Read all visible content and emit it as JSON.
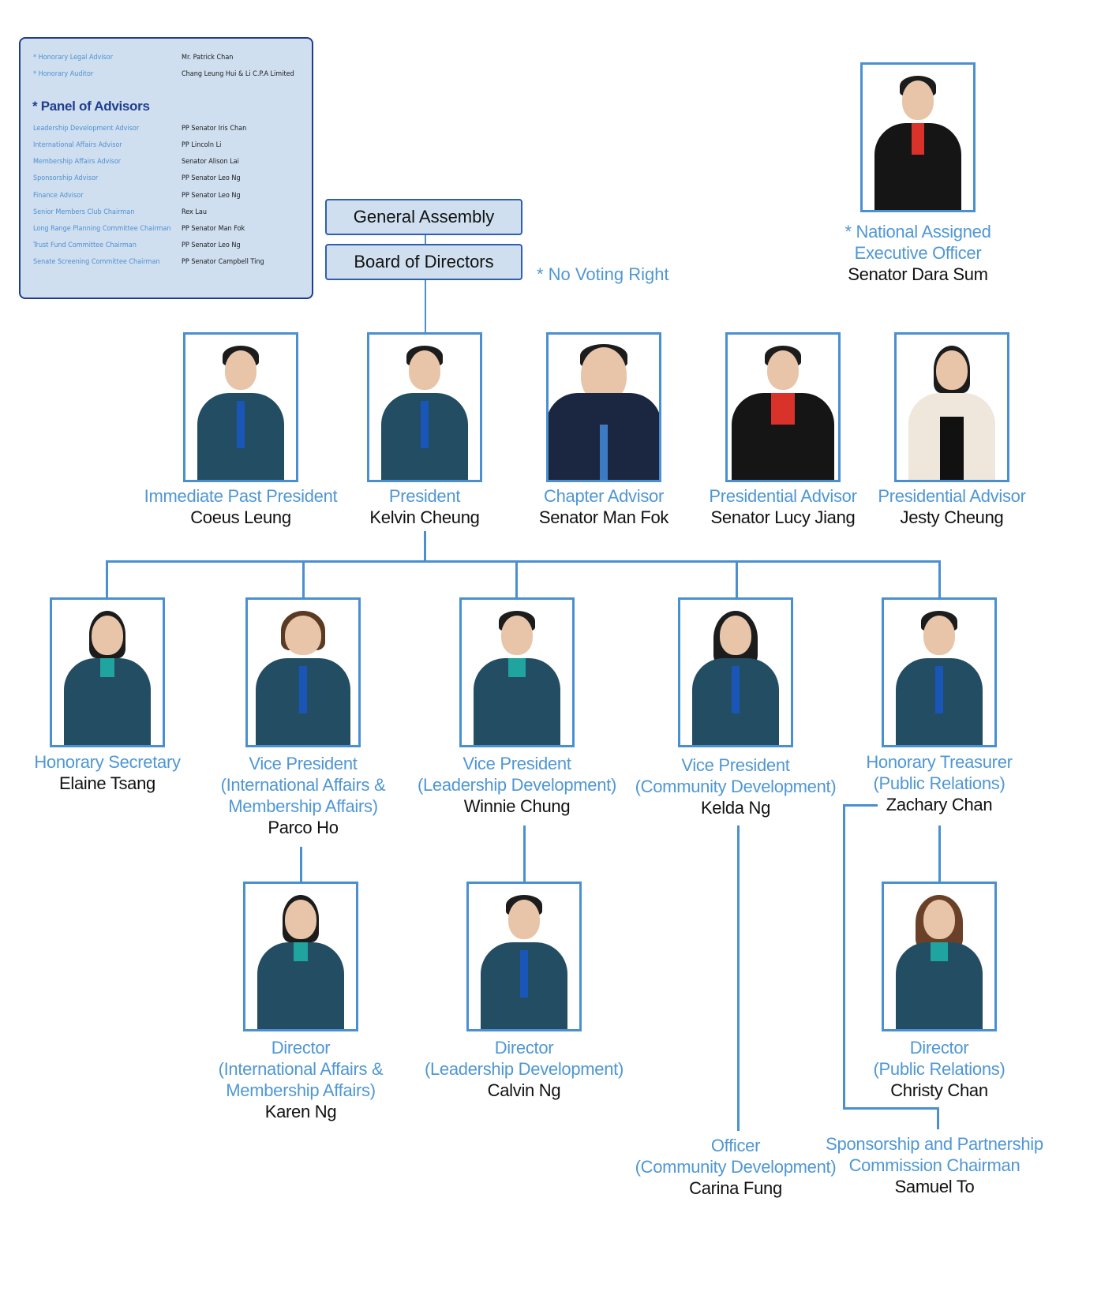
{
  "advisors_panel": {
    "honorary": [
      {
        "role": "* Honorary Legal Advisor",
        "name": "Mr. Patrick Chan"
      },
      {
        "role": "* Honorary Auditor",
        "name": "Chang Leung Hui & Li C.P.A Limited"
      }
    ],
    "title": "* Panel of Advisors",
    "advisors": [
      {
        "role": "Leadership Development Advisor",
        "name": "PP Senator Iris Chan"
      },
      {
        "role": "International Affairs Advisor",
        "name": "PP Lincoln Li"
      },
      {
        "role": "Membership Affairs Advisor",
        "name": "Senator Alison Lai"
      },
      {
        "role": "Sponsorship Advisor",
        "name": "PP Senator Leo Ng"
      },
      {
        "role": "Finance Advisor",
        "name": "PP Senator Leo Ng"
      },
      {
        "role": "Senior Members Club Chairman",
        "name": "Rex Lau"
      },
      {
        "role": "Long Range Planning Committee Chairman",
        "name": "PP Senator Man Fok"
      },
      {
        "role": "Trust Fund Committee Chairman",
        "name": "PP Senator Leo Ng"
      },
      {
        "role": "Senate Screening Committee Chairman",
        "name": "PP Senator Campbell Ting"
      }
    ]
  },
  "top_boxes": {
    "general_assembly": "General Assembly",
    "board_of_directors": "Board of Directors"
  },
  "no_voting_note": "* No Voting Right",
  "colors": {
    "accent_blue": "#4a90d0",
    "role_text": "#4f97d3",
    "panel_bg": "#cfdff0",
    "panel_border": "#1f3d8f",
    "name_text": "#111111"
  },
  "neo": {
    "role_line1": "* National Assigned",
    "role_line2": "Executive Officer",
    "name": "Senator Dara Sum"
  },
  "row1": [
    {
      "role": "Immediate Past President",
      "name": "Coeus Leung"
    },
    {
      "role": "President",
      "name": "Kelvin Cheung"
    },
    {
      "role": "Chapter Advisor",
      "name": "Senator Man Fok"
    },
    {
      "role": "Presidential Advisor",
      "name": "Senator Lucy Jiang"
    },
    {
      "role": "Presidential Advisor",
      "name": "Jesty Cheung"
    }
  ],
  "row2": [
    {
      "role_lines": [
        "Honorary Secretary"
      ],
      "name": "Elaine Tsang"
    },
    {
      "role_lines": [
        "Vice President",
        "(International Affairs &",
        "Membership Affairs)"
      ],
      "name": "Parco Ho"
    },
    {
      "role_lines": [
        "Vice President",
        "(Leadership Development)"
      ],
      "name": "Winnie Chung"
    },
    {
      "role_lines": [
        "Vice President",
        "(Community Development)"
      ],
      "name": "Kelda Ng"
    },
    {
      "role_lines": [
        "Honorary Treasurer",
        "(Public Relations)"
      ],
      "name": "Zachary Chan"
    }
  ],
  "row3": [
    {
      "role_lines": [
        "Director",
        "(International Affairs &",
        "Membership Affairs)"
      ],
      "name": "Karen Ng"
    },
    {
      "role_lines": [
        "Director",
        "(Leadership Development)"
      ],
      "name": "Calvin Ng"
    },
    {
      "role_lines": [
        "Director",
        "(Public Relations)"
      ],
      "name": "Christy Chan"
    }
  ],
  "row4": [
    {
      "role_lines": [
        "Officer",
        "(Community Development)"
      ],
      "name": "Carina Fung"
    },
    {
      "role_lines": [
        "Sponsorship and Partnership",
        "Commission Chairman"
      ],
      "name": "Samuel To"
    }
  ]
}
